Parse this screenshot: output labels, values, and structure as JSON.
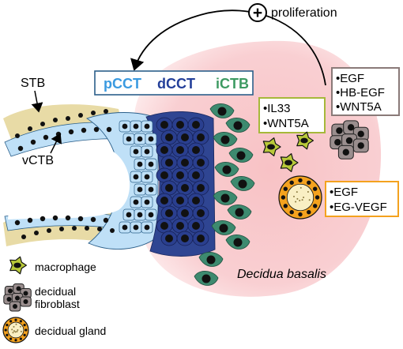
{
  "top": {
    "plus_symbol": "+",
    "proliferation": "proliferation"
  },
  "trophoblast_labels": {
    "pcct": "pCCT",
    "dcct": "dCCT",
    "ictb": "iCTB",
    "stb": "STB",
    "vctb": "vCTB"
  },
  "tissue_label": "Decidua basalis",
  "macrophage_box": {
    "items": [
      "•IL33",
      "•WNT5A"
    ]
  },
  "fibroblast_box": {
    "items": [
      "•EGF",
      "•HB-EGF",
      "•WNT5A"
    ]
  },
  "gland_box": {
    "items": [
      "•EGF",
      "•EG-VEGF"
    ]
  },
  "legend": {
    "macrophage": "macrophage",
    "fibroblast_line1": "decidual",
    "fibroblast_line2": "fibroblast",
    "gland": "decidual gland"
  },
  "colors": {
    "decidua": "#f7c9cc",
    "stb": "#e8dba6",
    "pcct": "#bfe0f7",
    "pcct_text": "#3a9ae0",
    "dcct": "#2a3f8f",
    "dcct_text": "#233f99",
    "ictb": "#3d8a6f",
    "ictb_text": "#3d9a62",
    "macrophage": "#b9c93a",
    "macrophage_box_border": "#a6b83a",
    "fibroblast": "#9a8e8e",
    "fibroblast_box_border": "#8a7a78",
    "gland": "#f4a21e",
    "gland_box_border": "#f4a21e"
  }
}
